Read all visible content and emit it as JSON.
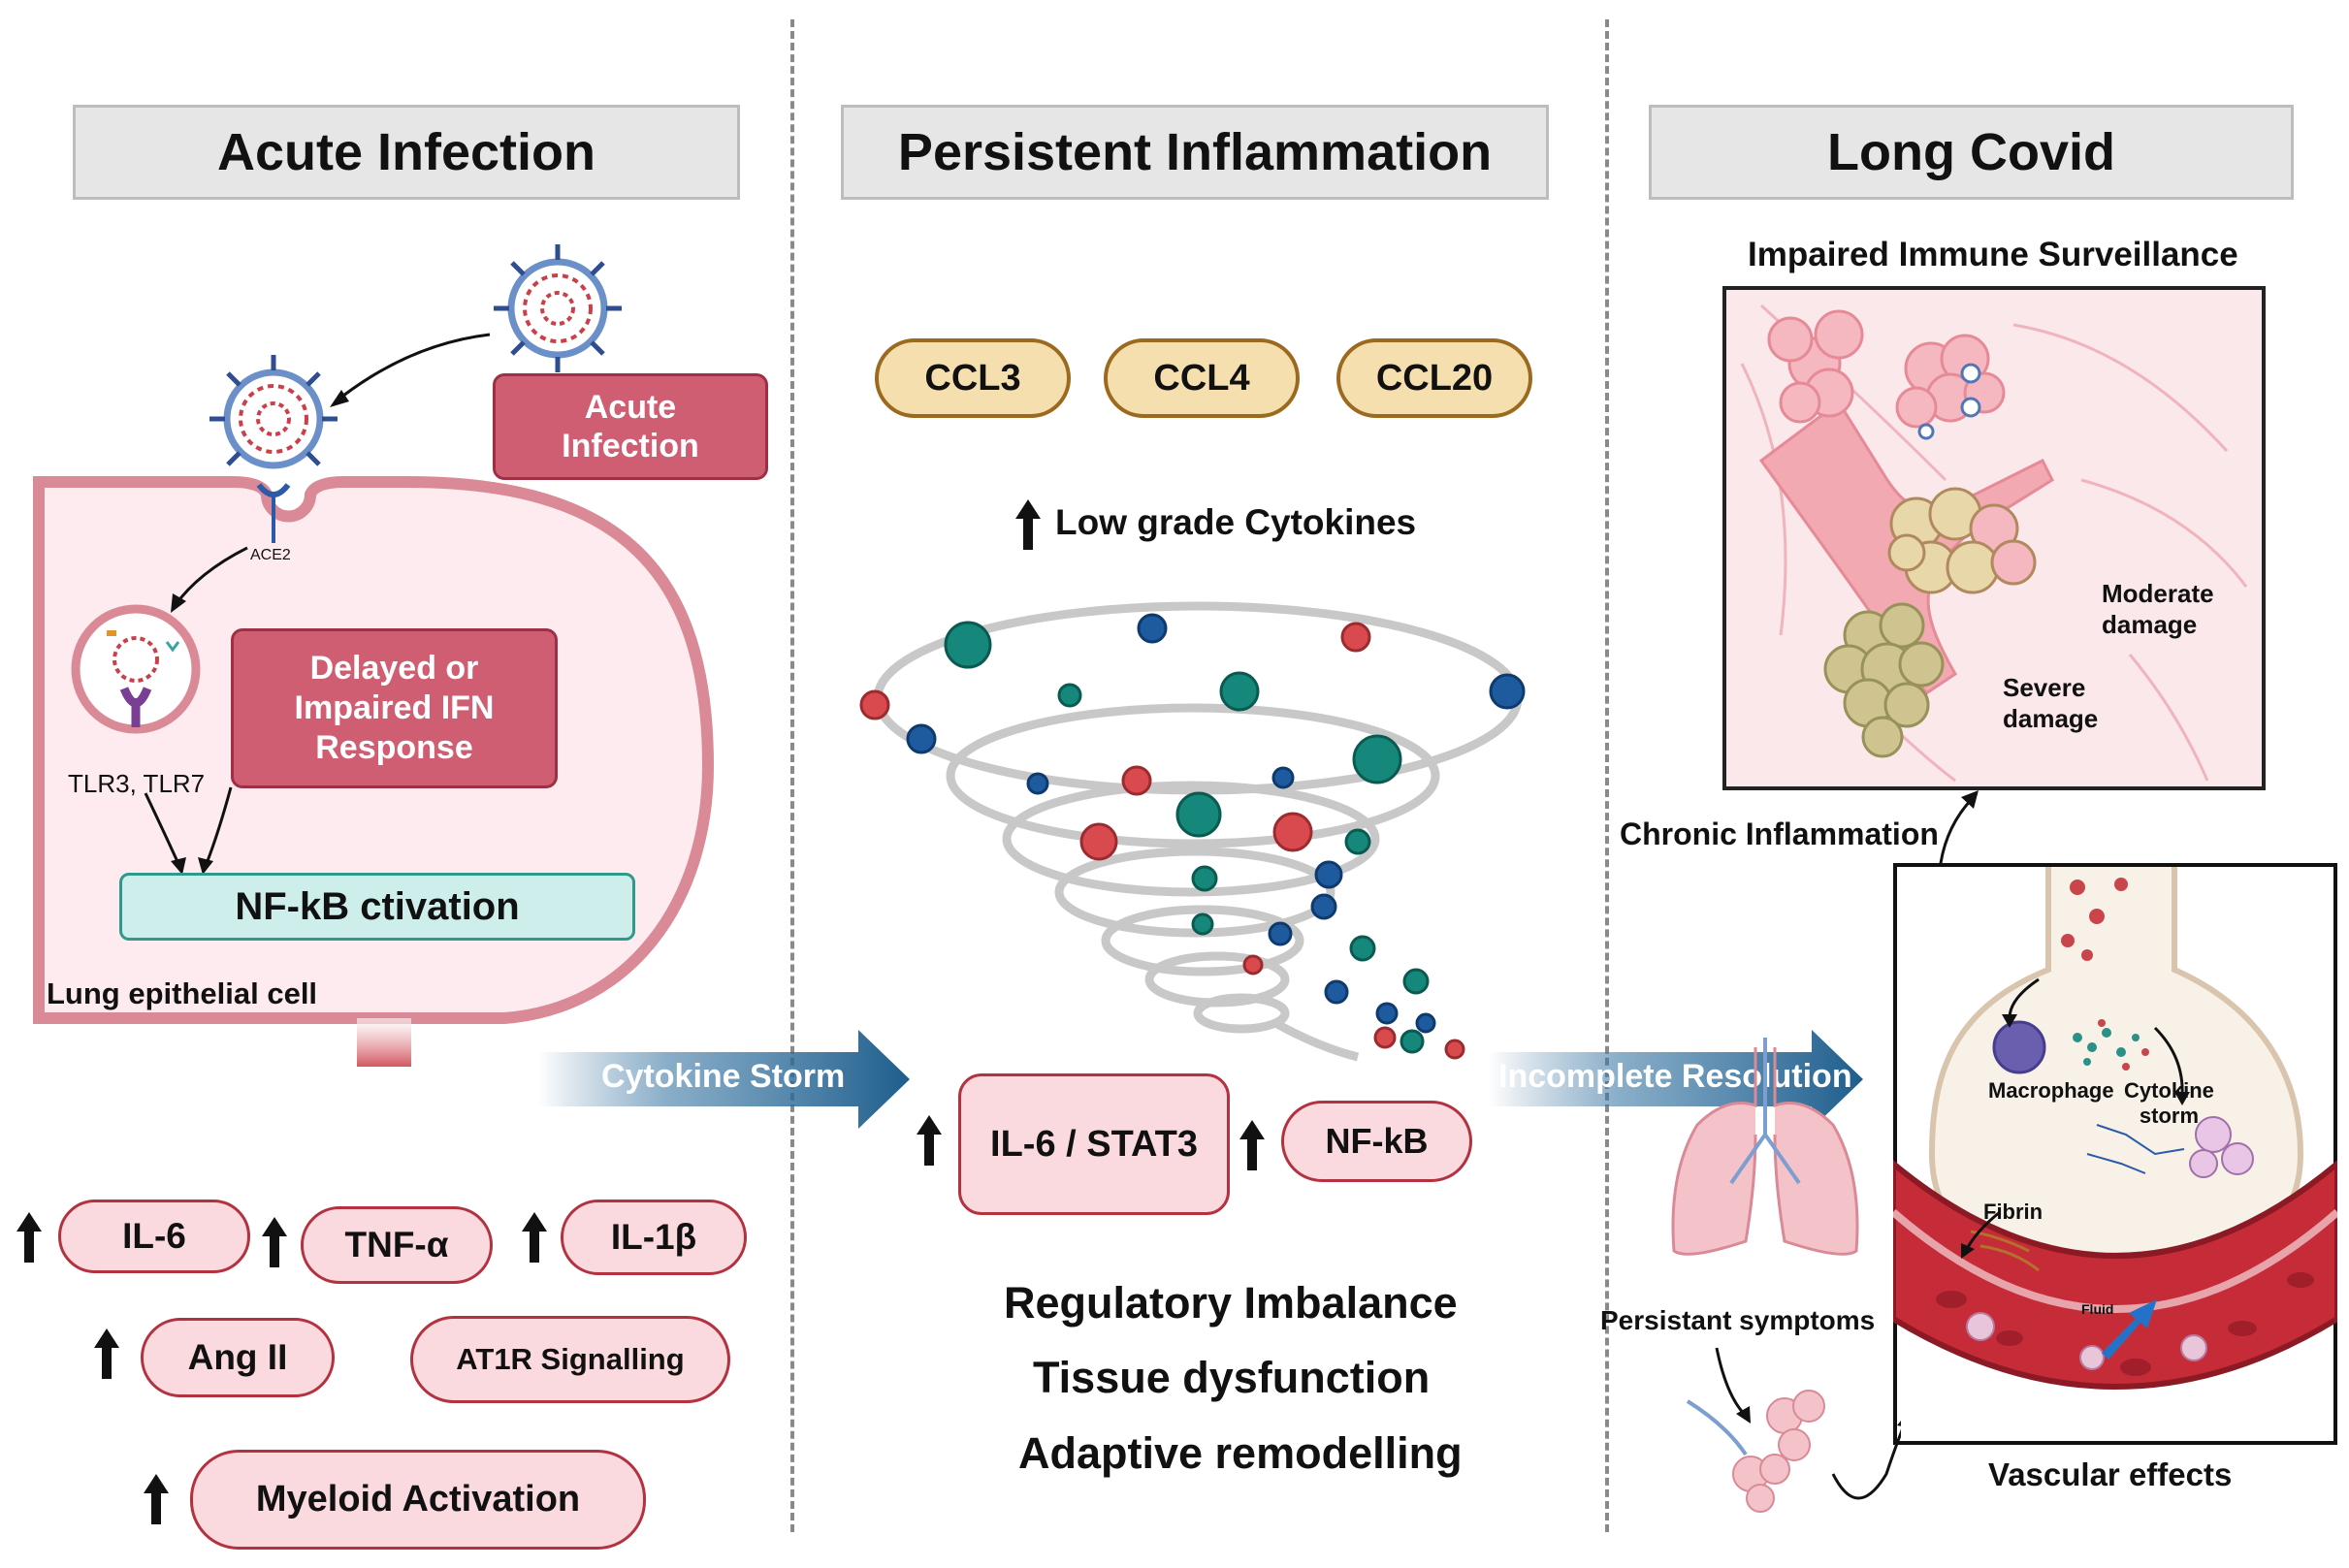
{
  "panels": {
    "acute": {
      "title": "Acute Infection"
    },
    "persistent": {
      "title": "Persistent Inflammation"
    },
    "longcovid": {
      "title": "Long Covid"
    }
  },
  "acute": {
    "virus_box": "Acute\nInfection",
    "ace2_label": "ACE2",
    "ifn_box": "Delayed or\nImpaired IFN\nResponse",
    "tlr_label": "TLR3, TLR7",
    "nfkb_box": "NF-kB ctivation",
    "cell_label": "Lung epithelial cell",
    "markers": {
      "il6": "IL-6",
      "tnf": "TNF-α",
      "il1b": "IL-1β",
      "ang2": "Ang II",
      "at1r": "AT1R Signalling",
      "myeloid": "Myeloid Activation"
    }
  },
  "transitions": {
    "cytokine_storm": "Cytokine Storm",
    "incomplete_resolution": "Incomplete Resolution"
  },
  "persistent": {
    "chemokines": [
      "CCL3",
      "CCL4",
      "CCL20"
    ],
    "low_grade": "Low grade Cytokines",
    "il6_stat3": "IL-6 / STAT3",
    "nfkb": "NF-kB",
    "outcomes": [
      "Regulatory Imbalance",
      "Tissue dysfunction",
      "Adaptive remodelling"
    ]
  },
  "longcovid": {
    "surveillance_title": "Impaired Immune Surveillance",
    "moderate": "Moderate\ndamage",
    "severe": "Severe\ndamage",
    "chronic": "Chronic Inflammation",
    "macrophage": "Macrophage",
    "cytokine_storm": "Cytokine\nstorm",
    "fibrin": "Fibrin",
    "fluid": "Fluid",
    "persistent_symptoms": "Persistant symptoms",
    "vascular": "Vascular effects"
  },
  "colors": {
    "rose": "#cf5e73",
    "pale_red": "#fbdadf",
    "border_red": "#b3323f",
    "tan": "#f6dfae",
    "mint": "#cdeeea",
    "transition_blue": "#1e5d8c",
    "teal_dot": "#16887b",
    "navy_dot": "#1e5a9e",
    "red_dot": "#d94a4f"
  }
}
